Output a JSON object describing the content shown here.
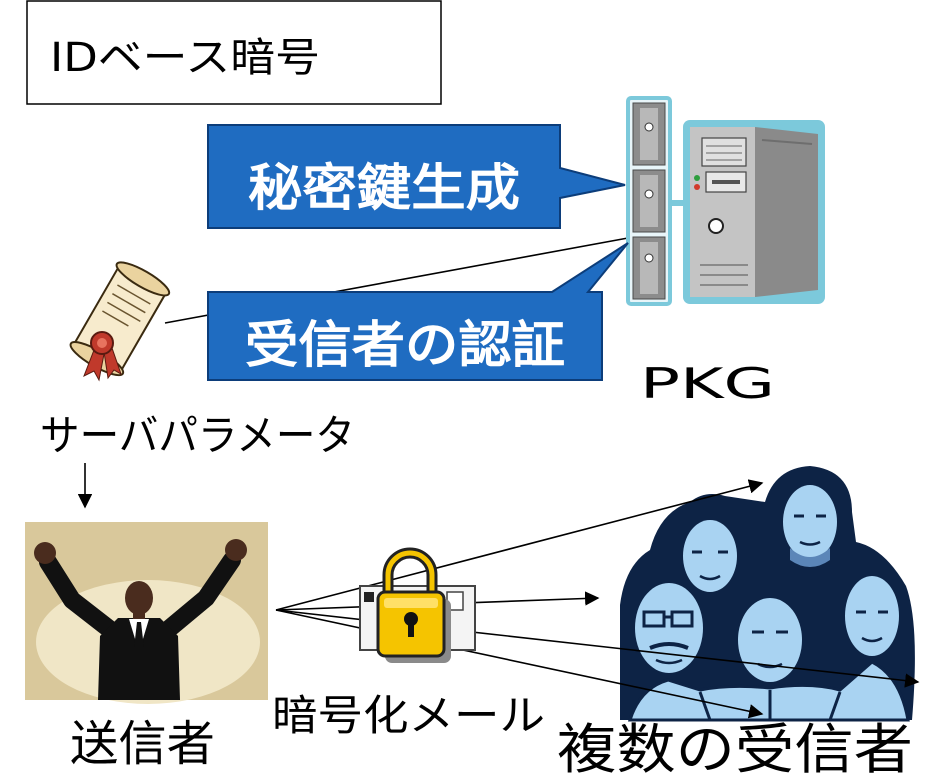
{
  "title": "IDベース暗号",
  "callouts": {
    "key_generation": "秘密鍵生成",
    "recipient_auth": "受信者の認証"
  },
  "pkg_label": "PKG",
  "server_params_label": "サーバパラメータ",
  "sender_label": "送信者",
  "encrypted_mail_label": "暗号化メール",
  "recipients_label": "複数の受信者",
  "icons": {
    "server": "server-icon",
    "certificate": "certificate-icon",
    "sender": "sender-person-icon",
    "encrypted_mail": "padlock-envelope-icon",
    "recipients": "recipients-group-icon"
  },
  "colors": {
    "callout_fill": "#1f6cc1",
    "callout_border": "#0c3d7a",
    "callout_text": "#ffffff",
    "server_outline": "#7cc9db",
    "recipients_fill": "#a9d3f2"
  }
}
